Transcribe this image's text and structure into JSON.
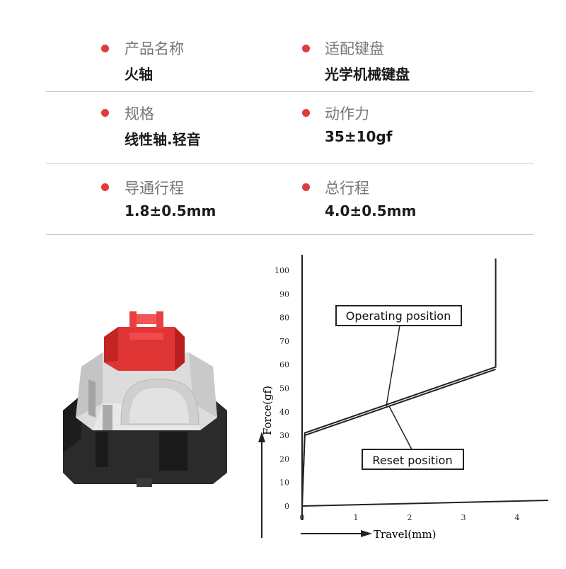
{
  "specs": [
    {
      "left": {
        "label": "产品名称",
        "value": "火轴"
      },
      "right": {
        "label": "适配键盘",
        "value": "光学机械键盘"
      }
    },
    {
      "left": {
        "label": "规格",
        "value": "线性轴.轻音"
      },
      "right": {
        "label": "动作力",
        "value": "35±10gf"
      }
    },
    {
      "left": {
        "label": "导通行程",
        "value": "1.8±0.5mm"
      },
      "right": {
        "label": "总行程",
        "value": "4.0±0.5mm"
      }
    }
  ],
  "colors": {
    "accent": "#e23b3b",
    "stem": "#e03535",
    "housing_top": "#d9d9d9",
    "housing_bottom": "#2b2b2b"
  },
  "chart_data": {
    "type": "line",
    "xlabel": "Travel(mm)",
    "ylabel": "Force(gf)",
    "xlim": [
      0,
      5
    ],
    "ylim": [
      0,
      105
    ],
    "x_ticks": [
      "0",
      "1",
      "2",
      "3",
      "4"
    ],
    "y_ticks": [
      "0",
      "10",
      "20",
      "30",
      "40",
      "50",
      "60",
      "70",
      "80",
      "90",
      "100"
    ],
    "grid": false,
    "series": [
      {
        "name": "Operating position",
        "x": [
          0,
          0.05,
          3.6,
          3.6
        ],
        "y": [
          0,
          31,
          59,
          105
        ]
      },
      {
        "name": "Reset position",
        "x": [
          0,
          0.05,
          3.6
        ],
        "y": [
          0,
          30,
          58
        ]
      }
    ],
    "annotations": [
      {
        "text": "Operating position"
      },
      {
        "text": "Reset position"
      }
    ]
  }
}
